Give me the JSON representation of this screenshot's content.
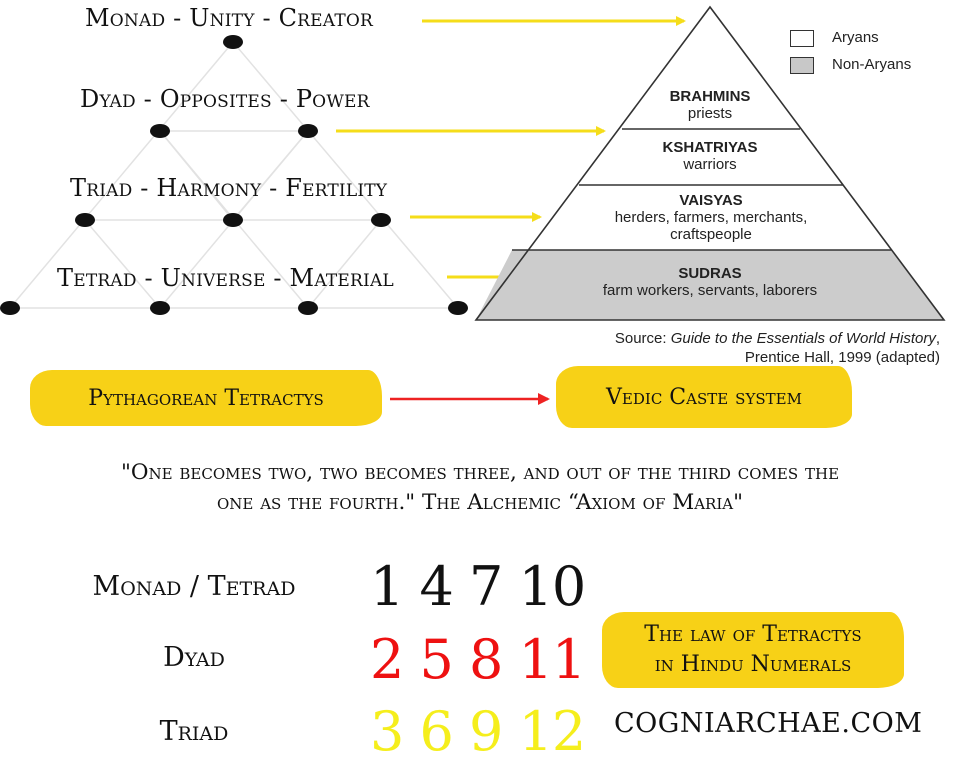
{
  "tetractys": {
    "levels": [
      "Monad - Unity - Creator",
      "Dyad - Opposites - Power",
      "Triad - Harmony - Fertility",
      "Tetrad - Universe - Material"
    ]
  },
  "caste_pyramid": {
    "legend": [
      "Aryans",
      "Non-Aryans"
    ],
    "tiers": [
      {
        "name": "BRAHMINS",
        "desc": "priests"
      },
      {
        "name": "KSHATRIYAS",
        "desc": "warriors"
      },
      {
        "name": "VAISYAS",
        "desc": "herders, farmers, merchants, craftspeople"
      },
      {
        "name": "SUDRAS",
        "desc": "farm workers, servants, laborers"
      }
    ],
    "source_prefix": "Source: ",
    "source_title": "Guide to the Essentials of World History",
    "source_suffix": ",",
    "source_line2": "Prentice Hall, 1999 (adapted)"
  },
  "labels": {
    "left_pill": "Pythagorean Tetractys",
    "right_pill": "Vedic Caste system"
  },
  "quote": {
    "line1": "\"One becomes two, two becomes three, and out of the third comes the",
    "line2": "one as the fourth.\" The Alchemic “Axiom of Maria\""
  },
  "numerals": {
    "rows": [
      {
        "label": "Monad / Tetrad",
        "numbers": "1 4 7 10",
        "color": "#111111"
      },
      {
        "label": "Dyad",
        "numbers": "2 5 8 11",
        "color": "#ee1111"
      },
      {
        "label": "Triad",
        "numbers": "3 6 9 12",
        "color": "#f5ee1c"
      }
    ],
    "law_line1": "The law of Tetractys",
    "law_line2": "in Hindu Numerals"
  },
  "site": "COGNIARCHAE.COM",
  "colors": {
    "arrow_yellow": "#f5dd1a",
    "arrow_red": "#ee2222",
    "pill_yellow": "#f7d117",
    "sudras_fill": "#cccccc"
  }
}
